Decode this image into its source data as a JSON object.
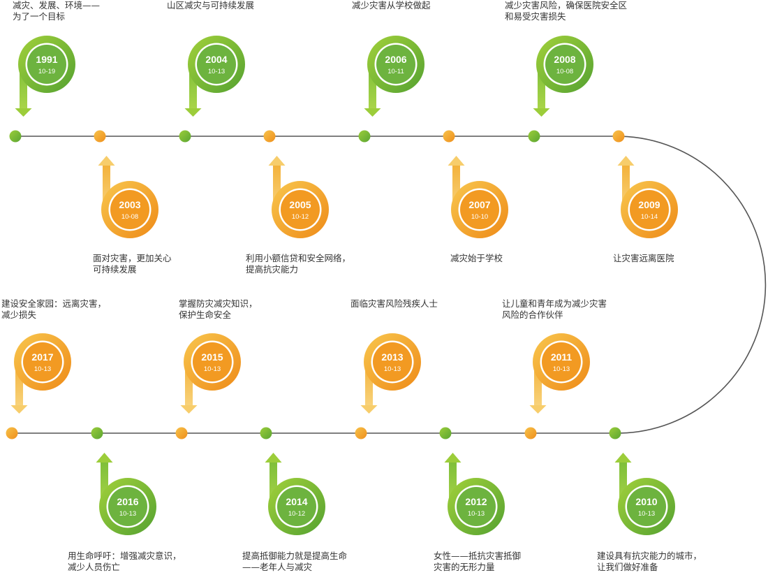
{
  "colors": {
    "green": "#6db33f",
    "green_light": "#9ccd3a",
    "orange": "#f29a22",
    "orange_light": "#f7cd6b",
    "line": "#555555",
    "text": "#333333"
  },
  "milestones": [
    {
      "id": "m1991",
      "year": "1991",
      "date": "10-19",
      "color": "green",
      "lines": [
        "减灾、发展、环境——",
        "为了一个目标"
      ]
    },
    {
      "id": "m2003",
      "year": "2003",
      "date": "10-08",
      "color": "orange",
      "lines": [
        "面对灾害，更加关心",
        "可持续发展"
      ]
    },
    {
      "id": "m2004",
      "year": "2004",
      "date": "10-13",
      "color": "green",
      "lines": [
        "山区减灾与可持续发展"
      ]
    },
    {
      "id": "m2005",
      "year": "2005",
      "date": "10-12",
      "color": "orange",
      "lines": [
        "利用小额信贷和安全网络，",
        "提高抗灾能力"
      ]
    },
    {
      "id": "m2006",
      "year": "2006",
      "date": "10-11",
      "color": "green",
      "lines": [
        "减少灾害从学校做起"
      ]
    },
    {
      "id": "m2007",
      "year": "2007",
      "date": "10-10",
      "color": "orange",
      "lines": [
        "减灾始于学校"
      ]
    },
    {
      "id": "m2008",
      "year": "2008",
      "date": "10-08",
      "color": "green",
      "lines": [
        "减少灾害风险，确保医院安全区",
        "和易受灾害损失"
      ]
    },
    {
      "id": "m2009",
      "year": "2009",
      "date": "10-14",
      "color": "orange",
      "lines": [
        "让灾害远离医院"
      ]
    },
    {
      "id": "m2010",
      "year": "2010",
      "date": "10-13",
      "color": "green",
      "lines": [
        "建设具有抗灾能力的城市，",
        "让我们做好准备"
      ]
    },
    {
      "id": "m2011",
      "year": "2011",
      "date": "10-13",
      "color": "orange",
      "lines": [
        "让儿童和青年成为减少灾害",
        "风险的合作伙伴"
      ]
    },
    {
      "id": "m2012",
      "year": "2012",
      "date": "10-13",
      "color": "green",
      "lines": [
        "女性——抵抗灾害抵御",
        "灾害的无形力量"
      ]
    },
    {
      "id": "m2013",
      "year": "2013",
      "date": "10-13",
      "color": "orange",
      "lines": [
        "面临灾害风险残疾人士"
      ]
    },
    {
      "id": "m2014",
      "year": "2014",
      "date": "10-12",
      "color": "green",
      "lines": [
        "提高抵御能力就是提高生命",
        "——老年人与减灾"
      ]
    },
    {
      "id": "m2015",
      "year": "2015",
      "date": "10-13",
      "color": "orange",
      "lines": [
        "掌握防灾减灾知识，",
        "保护生命安全"
      ]
    },
    {
      "id": "m2016",
      "year": "2016",
      "date": "10-13",
      "color": "green",
      "lines": [
        "用生命呼吁：增强减灾意识，",
        "减少人员伤亡"
      ]
    },
    {
      "id": "m2017",
      "year": "2017",
      "date": "10-13",
      "color": "orange",
      "lines": [
        "建设安全家园：远离灾害，",
        "减少损失"
      ]
    }
  ]
}
